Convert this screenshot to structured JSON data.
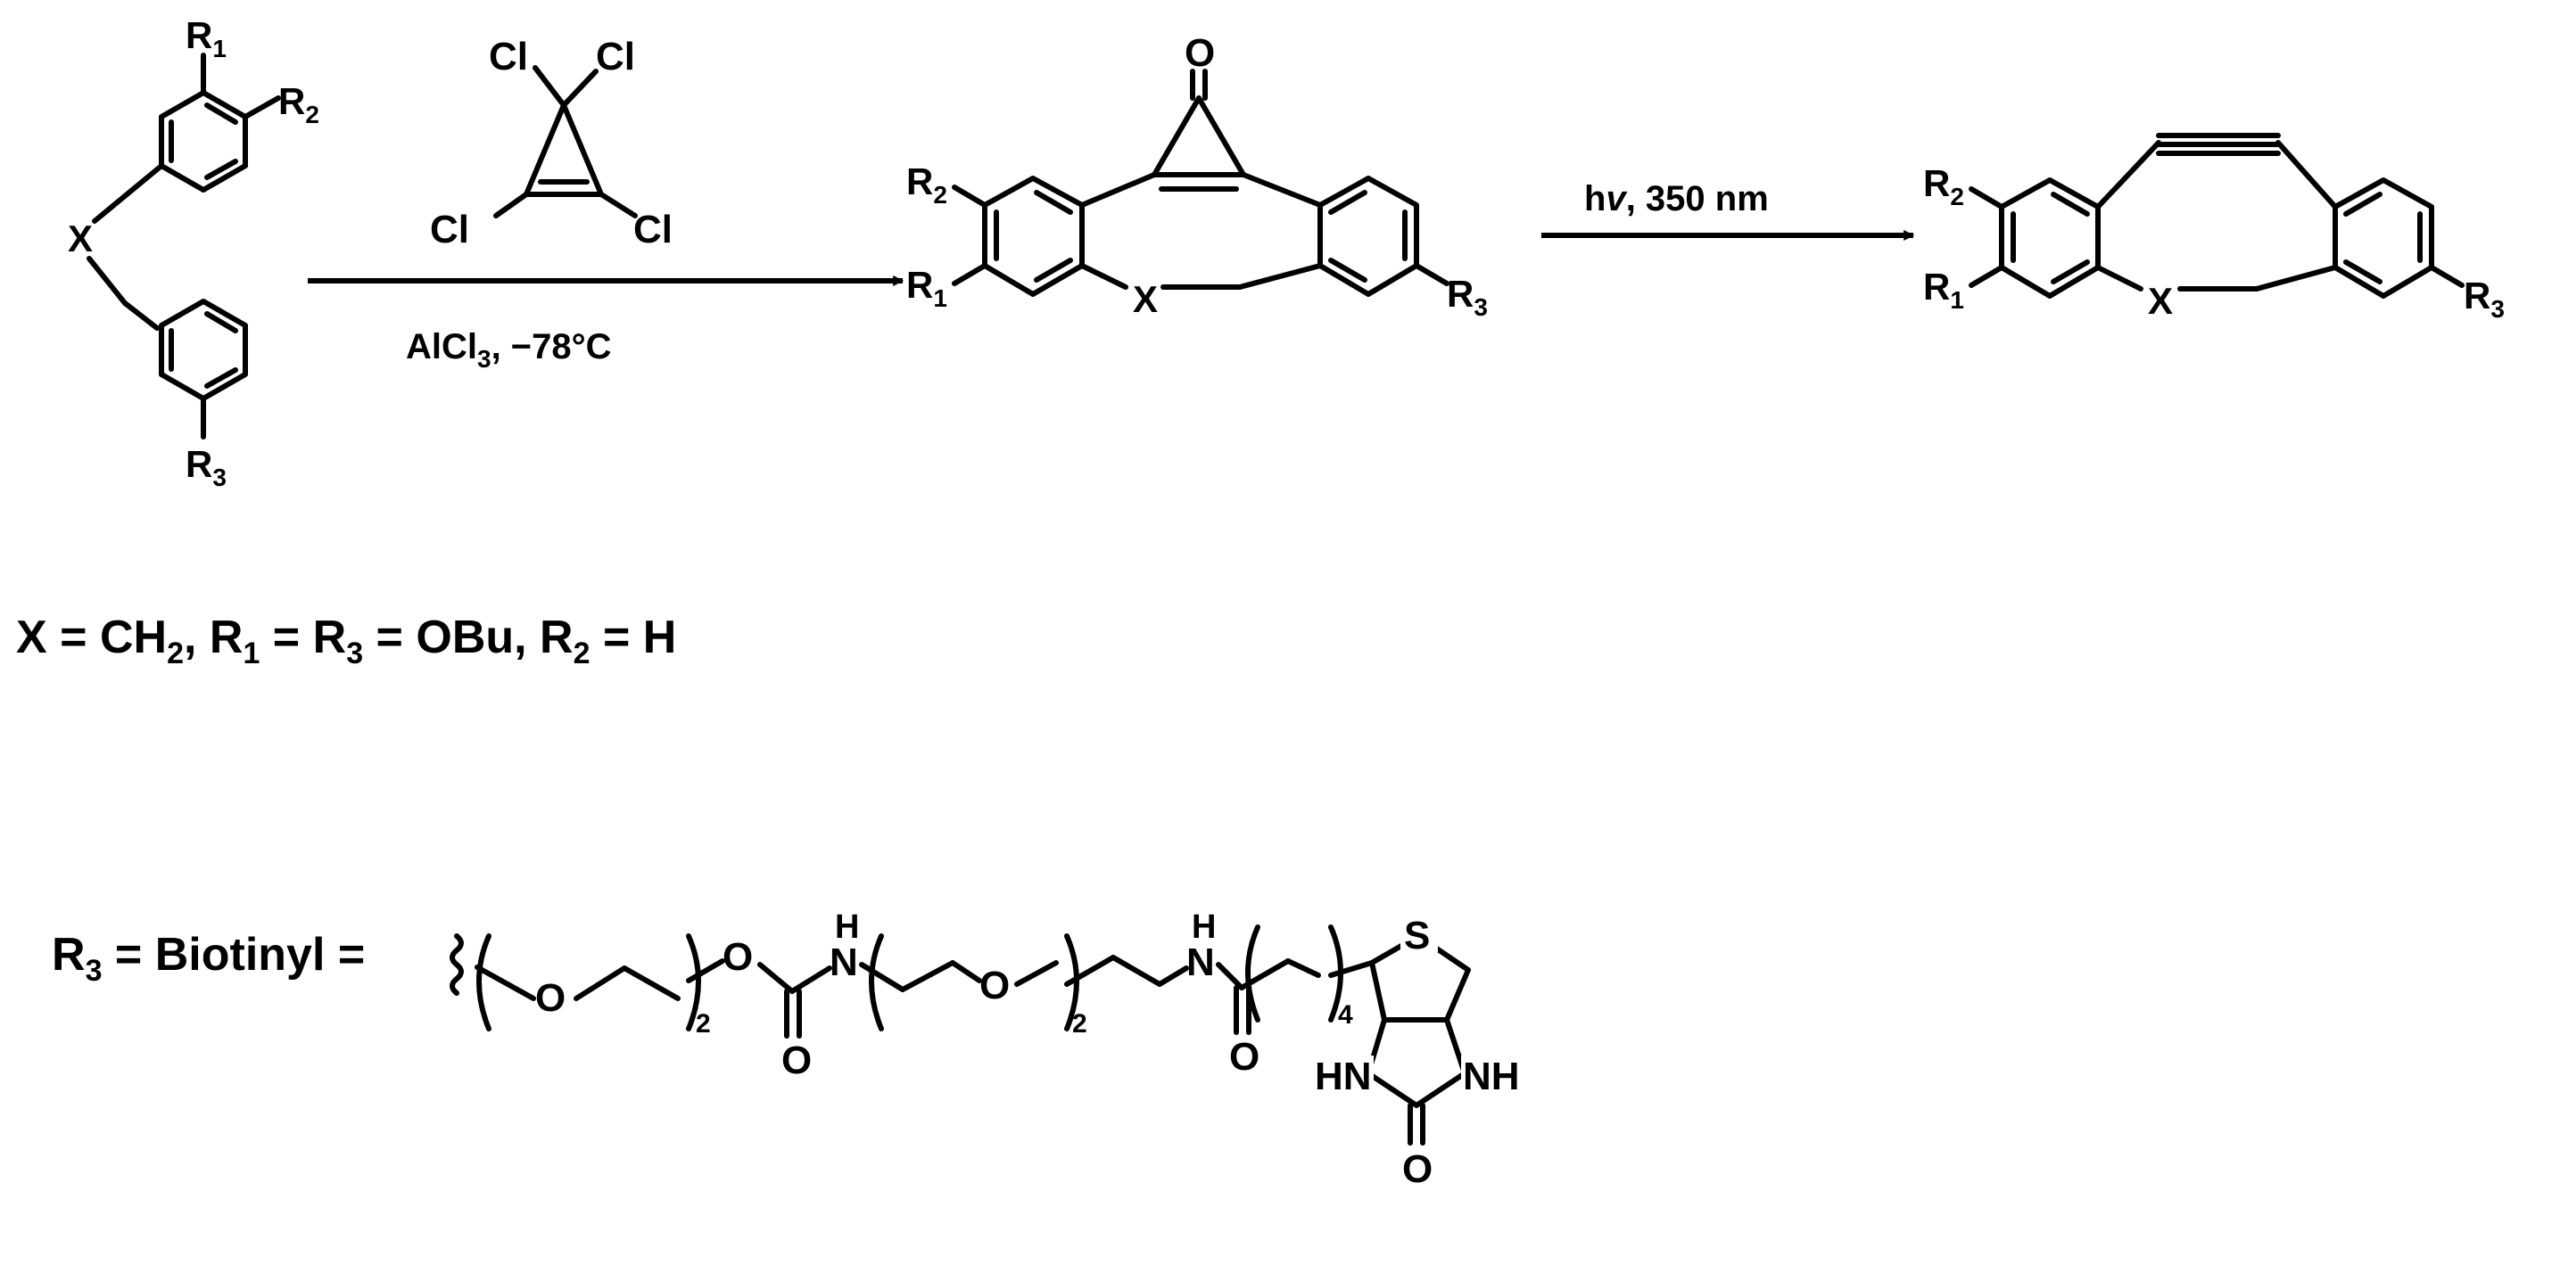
{
  "colors": {
    "bond": "#000000",
    "chlorine": "#00e050",
    "oxygen": "#ff0000",
    "nitrogen": "#0000cc",
    "sulfur": "#d4c800"
  },
  "atoms": {
    "r": "R",
    "sub1": "1",
    "sub2": "2",
    "sub3": "3",
    "x": "X",
    "cl": "Cl",
    "o": "O",
    "h": "H",
    "nh": "NH",
    "hn": "HN",
    "s": "S",
    "n": "N"
  },
  "reaction1": {
    "reagent_prefix": "AlCl",
    "reagent_sub": "3",
    "reagent_suffix": ", −78°C"
  },
  "reaction2": {
    "condition_h": "h",
    "condition_nu": "v",
    "condition_suffix": ", 350 nm"
  },
  "definition1": {
    "text_x": "X = CH",
    "sub_x": "2",
    "text_r1": ", R",
    "sub_r1": "1",
    "text_r3": " = R",
    "sub_r3": "3",
    "text_obu": " = OBu, R",
    "sub_r2": "2",
    "text_h": " = H"
  },
  "definition2": {
    "text_r": "R",
    "sub_r": "3",
    "text_biotinyl": " = Biotinyl =",
    "repeat_a": "2",
    "repeat_b": "2",
    "repeat_c": "4"
  }
}
